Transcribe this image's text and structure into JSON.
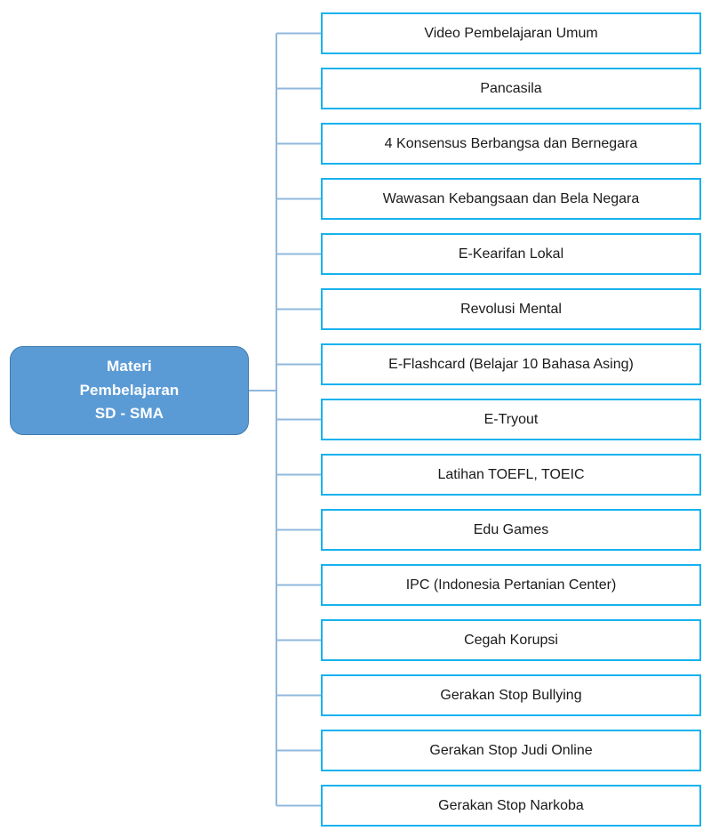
{
  "diagram": {
    "type": "hierarchy-tree",
    "orientation": "left-root-right-children",
    "colors": {
      "root_fill": "#5B9BD5",
      "root_border": "#3F7CAD",
      "root_text": "#FFFFFF",
      "box_border": "#17B2EE",
      "box_fill": "#FFFFFF",
      "box_text": "#1A1A1A",
      "connector": "#8FB8DC",
      "background": "#FFFFFF"
    },
    "root": {
      "lines": [
        "Materi",
        "Pembelajaran",
        "SD - SMA"
      ],
      "full_label": "Materi Pembelajaran SD - SMA"
    },
    "children": [
      {
        "label": "Video Pembelajaran Umum"
      },
      {
        "label": "Pancasila"
      },
      {
        "label": "4 Konsensus Berbangsa dan Bernegara"
      },
      {
        "label": "Wawasan Kebangsaan dan Bela Negara"
      },
      {
        "label": "E-Kearifan Lokal"
      },
      {
        "label": "Revolusi Mental"
      },
      {
        "label": "E-Flashcard (Belajar 10 Bahasa Asing)"
      },
      {
        "label": "E-Tryout"
      },
      {
        "label": "Latihan TOEFL, TOEIC"
      },
      {
        "label": "Edu Games"
      },
      {
        "label": "IPC (Indonesia Pertanian Center)"
      },
      {
        "label": "Cegah Korupsi"
      },
      {
        "label": "Gerakan Stop Bullying"
      },
      {
        "label": "Gerakan Stop Judi Online"
      },
      {
        "label": "Gerakan Stop Narkoba"
      }
    ]
  }
}
